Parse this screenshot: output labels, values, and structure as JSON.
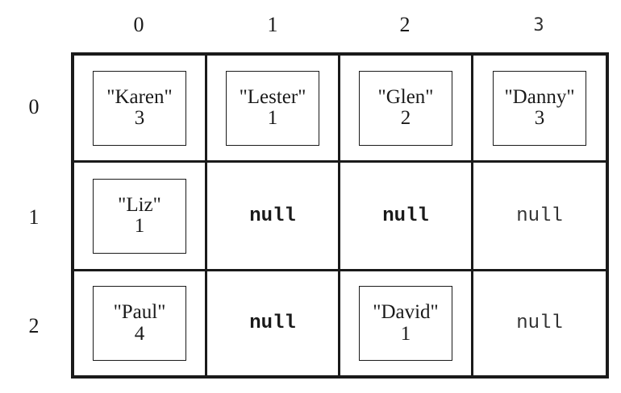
{
  "column_headers": [
    "0",
    "1",
    "2",
    "3"
  ],
  "row_headers": [
    "0",
    "1",
    "2"
  ],
  "cells": [
    [
      {
        "kind": "object",
        "name": "\"Karen\"",
        "value": "3"
      },
      {
        "kind": "object",
        "name": "\"Lester\"",
        "value": "1"
      },
      {
        "kind": "object",
        "name": "\"Glen\"",
        "value": "2"
      },
      {
        "kind": "object",
        "name": "\"Danny\"",
        "value": "3"
      }
    ],
    [
      {
        "kind": "object",
        "name": "\"Liz\"",
        "value": "1"
      },
      {
        "kind": "null-bold",
        "text": "null"
      },
      {
        "kind": "null-bold",
        "text": "null"
      },
      {
        "kind": "null-plain",
        "text": "null"
      }
    ],
    [
      {
        "kind": "object",
        "name": "\"Paul\"",
        "value": "4"
      },
      {
        "kind": "null-bold",
        "text": "null"
      },
      {
        "kind": "object",
        "name": "\"David\"",
        "value": "1"
      },
      {
        "kind": "null-plain",
        "text": "null"
      }
    ]
  ]
}
